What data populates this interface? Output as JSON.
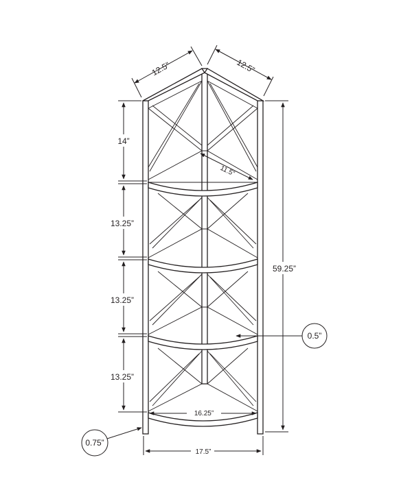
{
  "dimensions": {
    "depth_left": "12.5”",
    "depth_right": "12.5”",
    "top_section": "14”",
    "section_2": "13.25”",
    "section_3": "13.25”",
    "section_4": "13.25”",
    "total_height": "59.25”",
    "top_shelf_radius": "11.5”",
    "bottom_shelf_width": "16.25”",
    "shelf_thickness": "0.5”",
    "leg_thickness": "0.75”",
    "overall_width": "17.5”"
  },
  "colors": {
    "line": "#231f20",
    "background": "#ffffff"
  }
}
